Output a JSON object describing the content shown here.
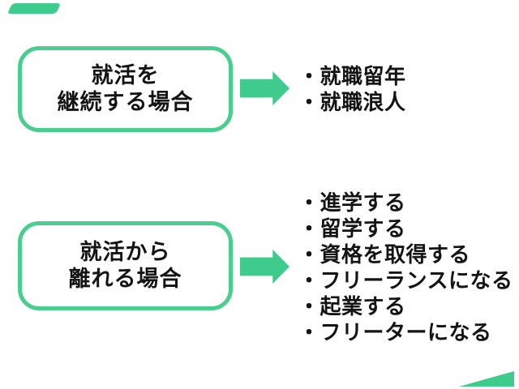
{
  "colors": {
    "background": "#ffffff",
    "arrow_green": "#3fcb8c",
    "box_border_green": "#4ace90",
    "text": "#141414"
  },
  "icons": {
    "arrow": "right-arrow-icon",
    "corner_top_left": "corner-accent",
    "corner_bottom_right": "corner-accent"
  },
  "diagram": {
    "rows": [
      {
        "box": {
          "lines": [
            "就活を",
            "継続する場合"
          ]
        },
        "items": [
          "・就職留年",
          "・就職浪人"
        ]
      },
      {
        "box": {
          "lines": [
            "就活から",
            "離れる場合"
          ]
        },
        "items": [
          "・進学する",
          "・留学する",
          "・資格を取得する",
          "・フリーランスになる",
          "・起業する",
          "・フリーターになる"
        ]
      }
    ]
  }
}
